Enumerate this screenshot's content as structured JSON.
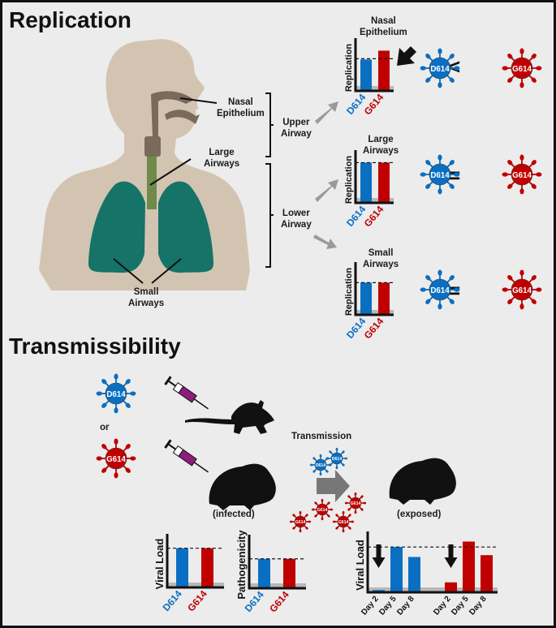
{
  "sections": {
    "replication": "Replication",
    "transmissibility": "Transmissibility"
  },
  "colors": {
    "d614": "#0a6fc2",
    "g614": "#c00000",
    "skin": "#d3c4b2",
    "airway": "#7a6a5c",
    "trachea": "#6f8a4a",
    "lung": "#157368",
    "baseline": "#b8b8b8",
    "background": "#ececec",
    "syringe": "#8e1d7e"
  },
  "anatomy": {
    "nasal_epithelium": [
      "Nasal",
      "Epithelium"
    ],
    "large_airways": [
      "Large",
      "Airways"
    ],
    "small_airways": [
      "Small",
      "Airways"
    ],
    "upper_airway": [
      "Upper",
      "Airway"
    ],
    "lower_airway": [
      "Lower",
      "Airway"
    ]
  },
  "variants": {
    "d614": "D614",
    "g614": "G614"
  },
  "replication_panels": [
    {
      "title": [
        "Nasal",
        "Epithelium"
      ],
      "ylabel": "Replication",
      "comparison": "<",
      "highlight_arrow": true
    },
    {
      "title": [
        "Large",
        "Airways"
      ],
      "ylabel": "Replication",
      "comparison": "=",
      "highlight_arrow": false
    },
    {
      "title": [
        "Small",
        "Airways"
      ],
      "ylabel": "Replication",
      "comparison": "=",
      "highlight_arrow": false
    }
  ],
  "transmission": {
    "or_label": "or",
    "transmission_label": "Transmission",
    "infected_label": "(infected)",
    "exposed_label": "(exposed)"
  },
  "chart_data": [
    {
      "type": "bar",
      "title": "Nasal Epithelium",
      "ylabel": "Replication",
      "categories": [
        "D614",
        "G614"
      ],
      "values": [
        0.78,
        1.0
      ],
      "reference_line": 0.8,
      "ylim": [
        0,
        1.15
      ]
    },
    {
      "type": "bar",
      "title": "Large Airways",
      "ylabel": "Replication",
      "categories": [
        "D614",
        "G614"
      ],
      "values": [
        1.0,
        1.0
      ],
      "reference_line": 1.0,
      "ylim": [
        0,
        1.15
      ]
    },
    {
      "type": "bar",
      "title": "Small Airways",
      "ylabel": "Replication",
      "categories": [
        "D614",
        "G614"
      ],
      "values": [
        0.8,
        0.8
      ],
      "reference_line": 0.8,
      "ylim": [
        0,
        1.15
      ]
    },
    {
      "type": "bar",
      "title": "",
      "ylabel": "Viral Load",
      "categories": [
        "D614",
        "G614"
      ],
      "values": [
        1.0,
        1.0
      ],
      "reference_line": 1.0,
      "ylim": [
        0,
        1.2
      ]
    },
    {
      "type": "bar",
      "title": "",
      "ylabel": "Pathogenicity",
      "categories": [
        "D614",
        "G614"
      ],
      "values": [
        0.75,
        0.75
      ],
      "reference_line": 0.75,
      "ylim": [
        0,
        1.2
      ]
    },
    {
      "type": "bar",
      "title": "",
      "ylabel": "Viral Load",
      "categories": [
        "Day 2",
        "Day 5",
        "Day 8",
        "Day 2",
        "Day 5",
        "Day 8"
      ],
      "groups": [
        "D614",
        "D614",
        "D614",
        "G614",
        "G614",
        "G614"
      ],
      "group_labels": [
        "D614",
        "G614"
      ],
      "values": [
        0.05,
        1.0,
        0.78,
        0.22,
        1.12,
        0.82
      ],
      "reference_line": 1.0,
      "ylim": [
        0,
        1.2
      ],
      "annotations": [
        "arrow at D614 Day 2",
        "arrow at G614 Day 2"
      ]
    }
  ]
}
